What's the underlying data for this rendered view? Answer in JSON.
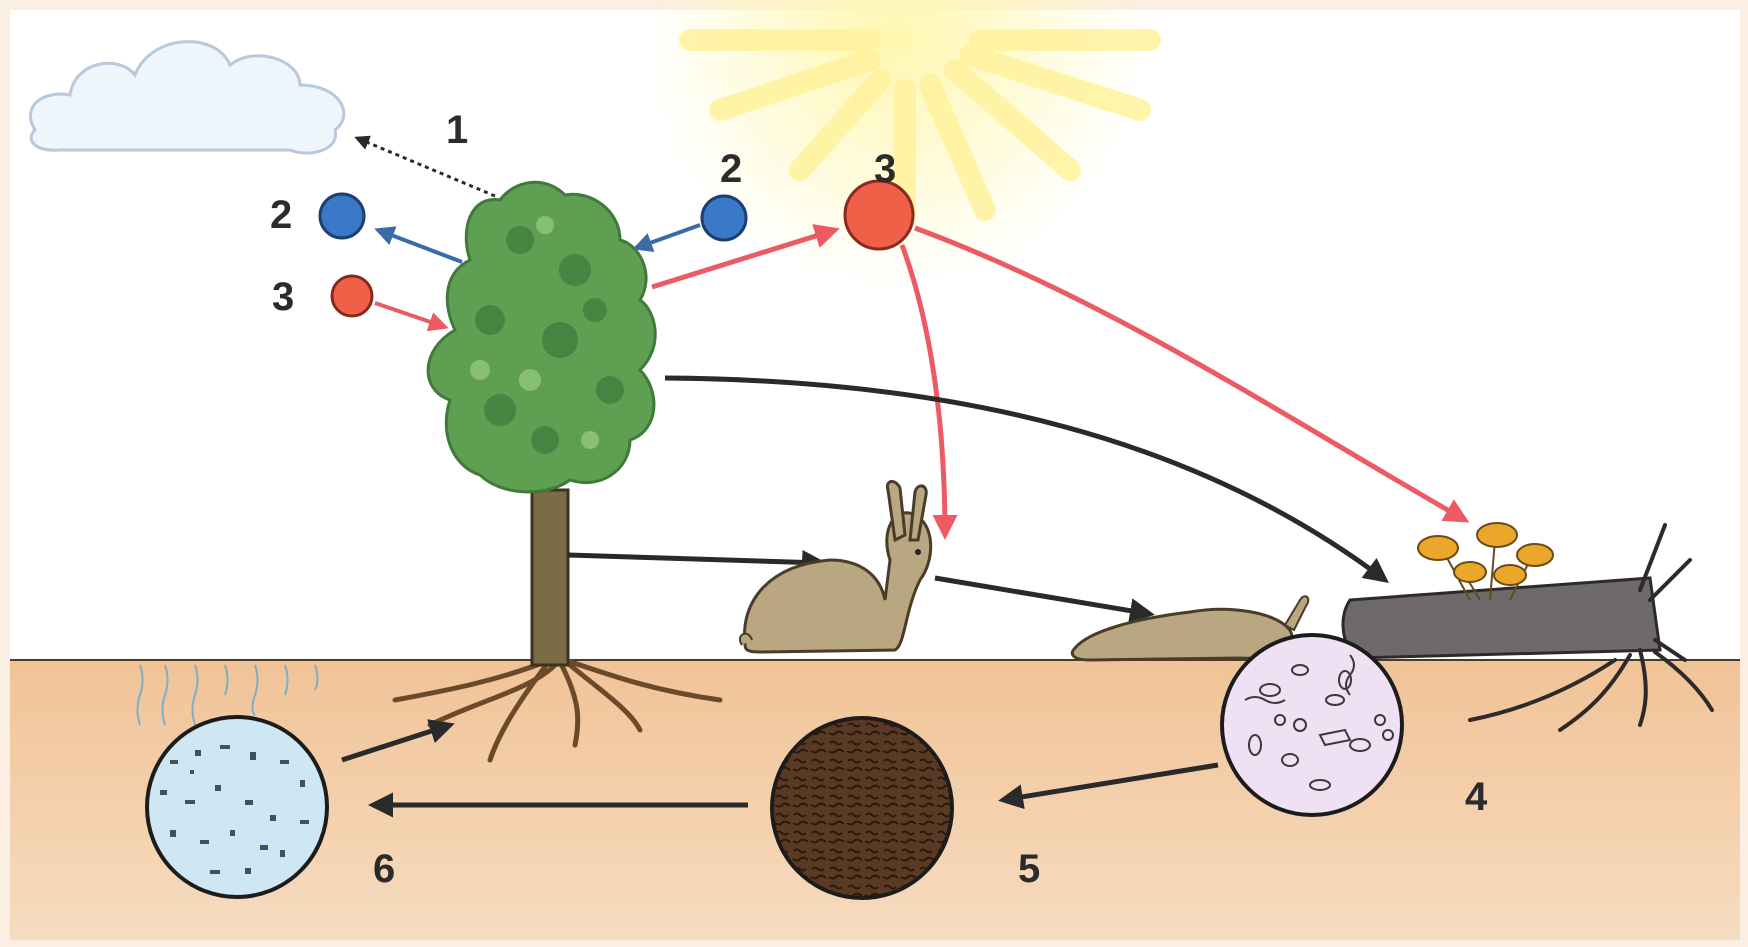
{
  "labels": {
    "evaporation": "1",
    "co2_out": "2",
    "o2_in": "3",
    "co2_in": "2",
    "o2_out": "3",
    "bacteria": "4",
    "humus": "5",
    "minerals": "6"
  },
  "colors": {
    "sky": "#ffffff",
    "soil": "#f3c89c",
    "co2": "#3a78c8",
    "o2": "#f06048",
    "o2_arrow": "#ec5a64",
    "food_arrow": "#2a2a2a",
    "foliage": "#5f9f52",
    "trunk": "#6d5a3a",
    "hare": "#b9a782",
    "humus": "#5a3a24",
    "minerals": "#cfe6f3",
    "bacteria": "#efe0f3"
  },
  "icons": [
    "cloud-icon",
    "sun-icon",
    "tree-icon",
    "hare-icon",
    "dead-hare-icon",
    "log-icon",
    "mushroom-icon"
  ]
}
